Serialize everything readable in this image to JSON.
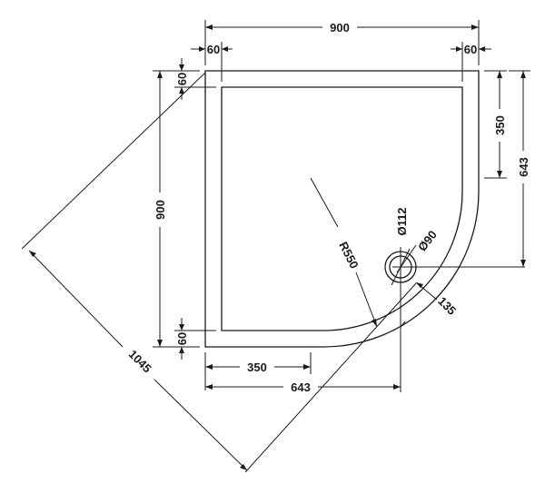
{
  "drawing": {
    "overall_width": "900",
    "left_rim_top": "60",
    "right_rim_top": "60",
    "left_rim_left": "60",
    "overall_depth": "900",
    "left_rim_bottom": "60",
    "waste_offset_top": "350",
    "waste_offset_right": "643",
    "waste_offset_bottom_left": "350",
    "waste_offset_bottom": "643",
    "radius": "R550",
    "waste_outer_diameter": "Ø112",
    "waste_inner_diameter": "Ø90",
    "waste_corner_distance": "135",
    "diagonal": "1045"
  }
}
